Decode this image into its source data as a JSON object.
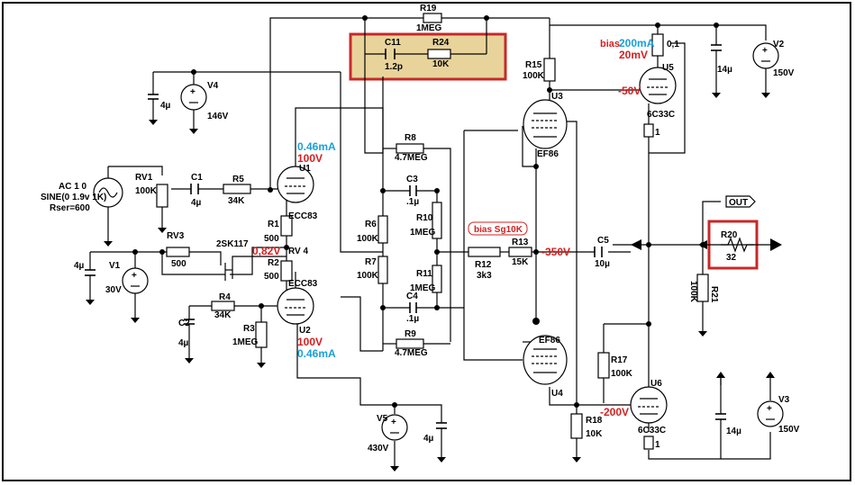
{
  "colors": {
    "red": "#d42020",
    "blue": "#1aa0d8",
    "highlight_border": "#c82828",
    "highlight_fill": "#e8d49a"
  },
  "components": {
    "R19": {
      "name": "R19",
      "value": "1MEG"
    },
    "C11": {
      "name": "C11",
      "value": "1.2p"
    },
    "R24": {
      "name": "R24",
      "value": "10K"
    },
    "R15": {
      "name": "R15",
      "value": "100K"
    },
    "U3": {
      "name": "U3",
      "type": "EF86"
    },
    "U4": {
      "name": "U4",
      "type": "EF86"
    },
    "U5": {
      "name": "U5",
      "type": "6C33C"
    },
    "U6": {
      "name": "U6",
      "type": "6C33C"
    },
    "U1": {
      "name": "U1",
      "type": "ECC83"
    },
    "U2": {
      "name": "U2",
      "type": "ECC83"
    },
    "V1": {
      "name": "V1",
      "value": "30V"
    },
    "V2": {
      "name": "V2",
      "value": "150V"
    },
    "V3": {
      "name": "V3",
      "value": "150V"
    },
    "V4": {
      "name": "V4",
      "value": "146V"
    },
    "V5": {
      "name": "V5",
      "value": "430V"
    },
    "RV1": {
      "name": "RV1",
      "value": "100K"
    },
    "RV3": {
      "name": "RV3",
      "value": "500"
    },
    "RV4": {
      "name": "RV 4"
    },
    "C1": {
      "name": "C1",
      "value": "4µ"
    },
    "C2": {
      "name": "C2",
      "value": "4µ"
    },
    "C3": {
      "name": "C3",
      "value": ".1µ"
    },
    "C4": {
      "name": "C4",
      "value": ".1µ"
    },
    "C5": {
      "name": "C5",
      "value": "10µ"
    },
    "R1": {
      "name": "R1",
      "value": "500"
    },
    "R2": {
      "name": "R2",
      "value": "500"
    },
    "R3": {
      "name": "R3",
      "value": "1MEG"
    },
    "R4": {
      "name": "R4",
      "value": "34K"
    },
    "R5": {
      "name": "R5",
      "value": "34K"
    },
    "R6": {
      "name": "R6",
      "value": "100K"
    },
    "R7": {
      "name": "R7",
      "value": "100K"
    },
    "R8": {
      "name": "R8",
      "value": "4.7MEG"
    },
    "R9": {
      "name": "R9",
      "value": "4.7MEG"
    },
    "R10": {
      "name": "R10",
      "value": "1MEG"
    },
    "R11": {
      "name": "R11",
      "value": "1MEG"
    },
    "R12": {
      "name": "R12",
      "value": "3k3"
    },
    "R13": {
      "name": "R13",
      "value": "15K"
    },
    "R17": {
      "name": "R17",
      "value": "100K"
    },
    "R18": {
      "name": "R18",
      "value": "10K"
    },
    "R20": {
      "name": "R20",
      "value": "32"
    },
    "R21": {
      "name": "R21",
      "value": "100K"
    },
    "Q1": {
      "name": "2SK117"
    },
    "shunt_top": {
      "value": "0,1"
    },
    "fuse_top": {
      "value": "1"
    },
    "fuse_bot": {
      "value": "1"
    },
    "cap_V2": {
      "value": "14µ"
    },
    "cap_V3": {
      "value": "14µ"
    },
    "cap_V4": {
      "value": "4µ"
    },
    "cap_V5": {
      "value": "4µ"
    },
    "cap_V1": {
      "value": "4µ"
    }
  },
  "source": {
    "line1": "AC 1 0",
    "line2": "SINE(0 1.9v 1K)",
    "line3": "Rser=600"
  },
  "annotations": {
    "u1_current": "0.46mA",
    "u1_voltage": "100V",
    "u2_current": "0.46mA",
    "u2_voltage": "100V",
    "jfet_voltage": "0,82V",
    "u5_grid": "-50V",
    "u6_grid": "-200V",
    "mid_voltage": "-350V",
    "bias_label": "bias",
    "bias_current": "200mA",
    "bias_voltage": "20mV",
    "bias_sg": "bias Sg10K"
  },
  "out_label": "OUT",
  "icons": {
    "source": "ac-source-icon",
    "battery": "dc-source-icon",
    "ground": "ground-icon",
    "speaker": "speaker-resistor-icon"
  }
}
